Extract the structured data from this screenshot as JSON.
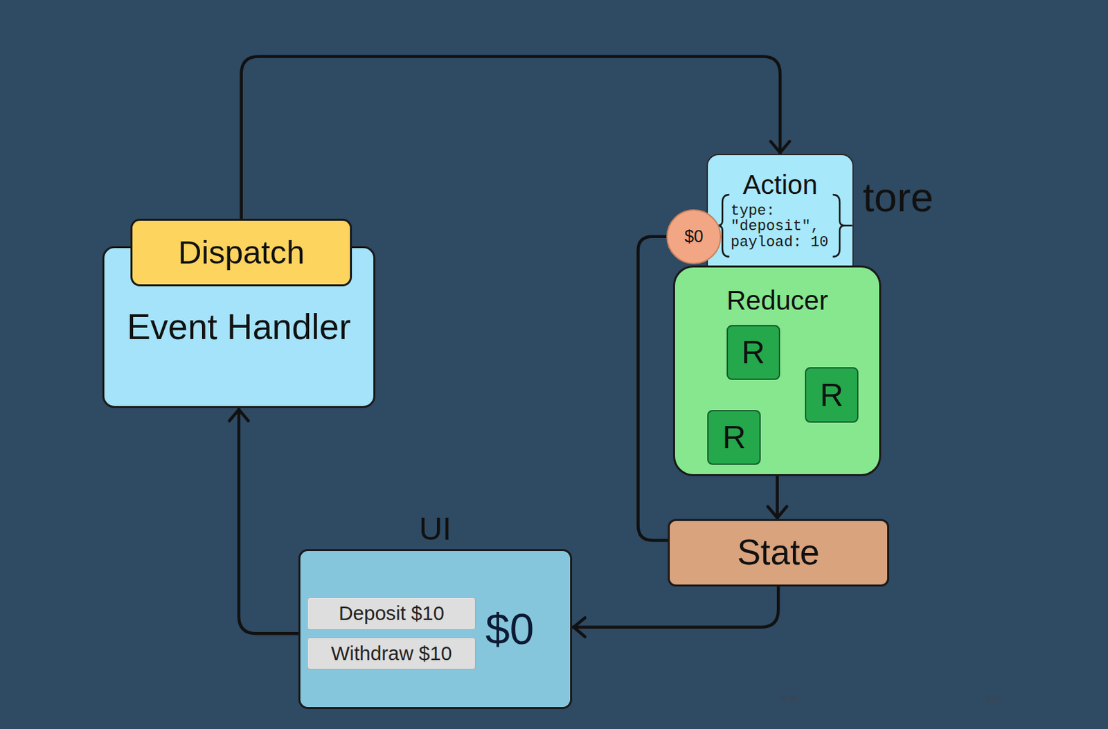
{
  "diagram": {
    "nodes": [
      {
        "text": [
          "Event Handler"
        ]
      },
      {
        "text": [
          "Dispatch"
        ]
      },
      {
        "text": [
          "tore"
        ]
      },
      {
        "text": [
          "Action",
          "type: \"deposit\", payload: 10"
        ],
        "in": 2
      },
      {
        "text": [
          "$0"
        ],
        "in": 2
      },
      {
        "text": [
          "Reducer"
        ],
        "in": 2
      },
      {
        "text": [
          "R"
        ],
        "in": 5
      },
      {
        "text": [
          "R"
        ],
        "in": 5
      },
      {
        "text": [
          "R"
        ],
        "in": 5
      },
      {
        "text": [
          "State"
        ],
        "in": 2
      },
      {
        "text": [
          "UI",
          "$0"
        ]
      },
      {
        "text": [
          "Deposit $10"
        ],
        "in": 10
      },
      {
        "text": [
          "Withdraw $10"
        ],
        "in": 10
      }
    ],
    "edges": [
      {
        "from": 1,
        "to": 3,
        "arrow": "to"
      },
      {
        "from": 5,
        "to": 9,
        "arrow": "to"
      },
      {
        "from": 9,
        "to": 10,
        "arrow": "to"
      },
      {
        "from": 10,
        "to": 0,
        "arrow": "to"
      },
      {
        "from": 9,
        "to": 4,
        "arrow": "none"
      }
    ],
    "labels": [
      "00:08",
      "00:13"
    ]
  }
}
